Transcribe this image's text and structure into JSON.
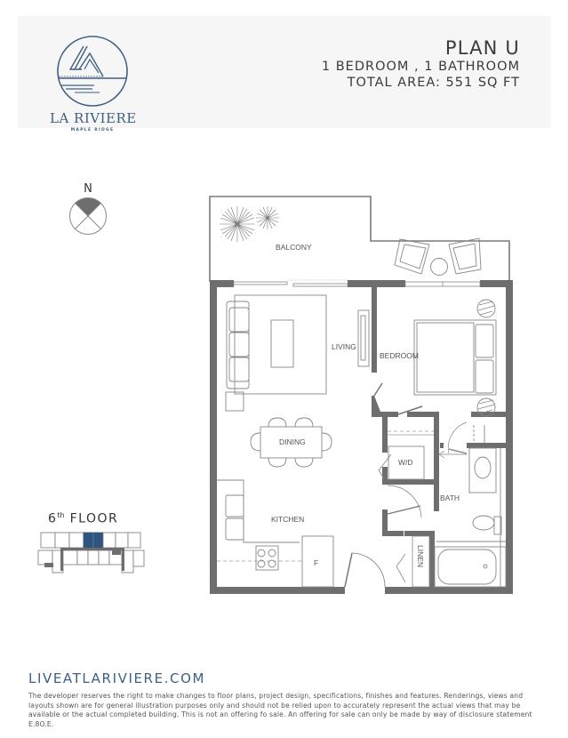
{
  "header": {
    "logo": {
      "name": "LA RIVIERE",
      "subtitle": "MAPLE RIDGE",
      "icon": "triangle-in-circle-logo-icon",
      "color": "#3f5f82"
    },
    "plan_title": "PLAN U",
    "plan_rooms": "1 BEDROOM , 1 BATHROOM",
    "plan_area": "TOTAL AREA: 551 SQ FT"
  },
  "compass": {
    "label": "N",
    "icon": "north-compass-icon"
  },
  "keyplan": {
    "floor_number": "6",
    "floor_suffix": "th",
    "floor_label": "FLOOR",
    "highlight_color": "#2f557f"
  },
  "floorplan": {
    "rooms": {
      "balcony": "BALCONY",
      "living": "LIVING",
      "bedroom": "BEDROOM",
      "dining": "DINING",
      "kitchen": "KITCHEN",
      "bath": "BATH",
      "wd": "W/D",
      "linen": "LINEN",
      "fridge": "F"
    },
    "wall_color": "#6e6e6e",
    "line_color": "#8a8a8a"
  },
  "footer": {
    "url": "LIVEATLARIVIERE.COM",
    "disclaimer": "The developer reserves the right to make changes to floor plans, project design, specifications, finishes and features. Renderings, views and layouts shown are for general illustration purposes only and should not be relied upon to accurately represent the actual views that may be available or the actual completed building. This is not an offering fo sale. An offering for sale can only be made by way of disclosure statement E.8O.E."
  }
}
